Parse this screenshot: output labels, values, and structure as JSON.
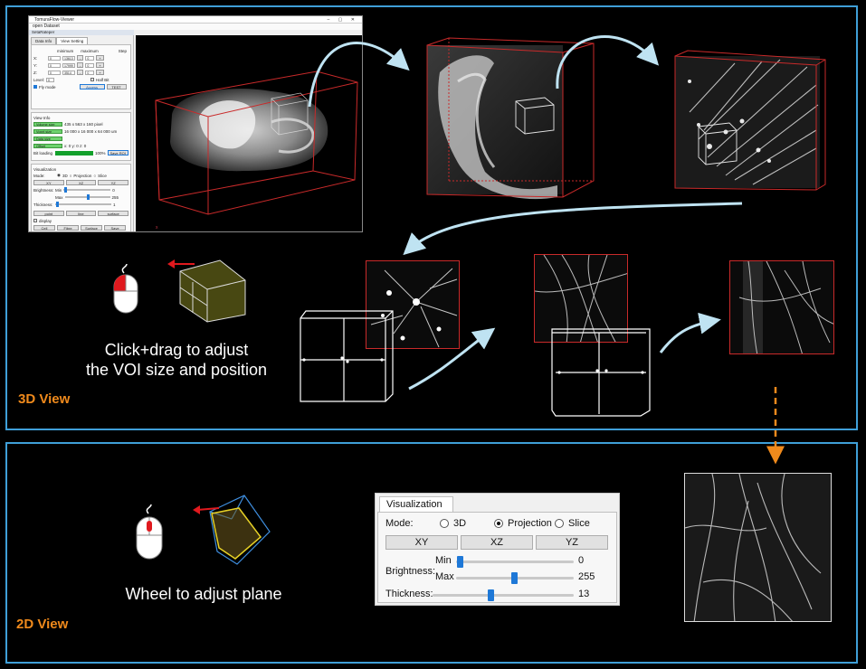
{
  "app_window": {
    "title": "TomuraFlow-Viewer",
    "menu": "open Dataset",
    "side_header": "SetaRateper",
    "tabs": [
      {
        "label": "Data Info"
      },
      {
        "label": "View Setting"
      }
    ],
    "coords": {
      "headers": {
        "minimum": "minimum",
        "maximum": "maximum",
        "step": "Step"
      },
      "rows": [
        {
          "axis": "X:",
          "min": "0",
          "max": "13613",
          "step": "0"
        },
        {
          "axis": "Y:",
          "min": "0",
          "max": "17999",
          "step": "0"
        },
        {
          "axis": "Z:",
          "min": "0",
          "max": "3514",
          "step": "0"
        }
      ],
      "level_label": "Level:",
      "level_value": "0",
      "half_bit": "Half Bit",
      "fly_mode": "Fly mode",
      "access_btn": "Access",
      "test_btn": "TEST"
    },
    "view_info": {
      "title": "View Info",
      "rows": [
        {
          "label": "Volume size",
          "value": "435 x 563 x 160 pixel"
        },
        {
          "label": "Voxel size",
          "value": "16 000 x 16 000 x 64 000 um"
        },
        {
          "label": "Data size",
          "value": ""
        },
        {
          "label": "Offset",
          "value": "x: 0  y: 0  z: 0"
        }
      ],
      "bit_loading": "Bit loading",
      "bit_loading_pct": "100%",
      "save_roi": "Save ROI"
    },
    "visualization": {
      "title": "Visualization",
      "mode": "Mode:",
      "opt_3d": "3D",
      "opt_proj": "Projection",
      "opt_slice": "Slice",
      "xy": "XY",
      "xz": "XZ",
      "yz": "YZ",
      "brightness": "Brightness:",
      "min": "Min",
      "max": "Max",
      "min_val": "0",
      "max_val": "255",
      "thickness": "Thickness:",
      "thickness_val": "1",
      "point": "point",
      "line": "line",
      "surface": "surface",
      "display": "display",
      "cell": "Cell",
      "fibre": "Fibre",
      "surface2": "Surface",
      "save_swc": "Save SWC"
    }
  },
  "captions": {
    "click_drag": "Click+drag to adjust\nthe VOI size and position",
    "wheel": "Wheel to adjust plane",
    "view3d": "3D View",
    "view2d": "2D View"
  },
  "viz_panel": {
    "tab": "Visualization",
    "mode_label": "Mode:",
    "opt_3d": "3D",
    "opt_projection": "Projection",
    "opt_slice": "Slice",
    "selected_mode": "Projection",
    "buttons": [
      {
        "label": "XY"
      },
      {
        "label": "XZ"
      },
      {
        "label": "YZ"
      }
    ],
    "brightness_label": "Brightness:",
    "min_label": "Min",
    "max_label": "Max",
    "min_value": "0",
    "max_value": "255",
    "thickness_label": "Thickness:",
    "thickness_value": "13",
    "min_slider_fraction": 0.03,
    "max_slider_fraction": 0.49,
    "thickness_slider_fraction": 0.41
  },
  "colors": {
    "frame": "#3f9fd8",
    "label_orange": "#f08a1c",
    "voi_red": "#c92a2a",
    "arrow_blue": "#bfe3f2",
    "slider_blue": "#1e78d7"
  }
}
